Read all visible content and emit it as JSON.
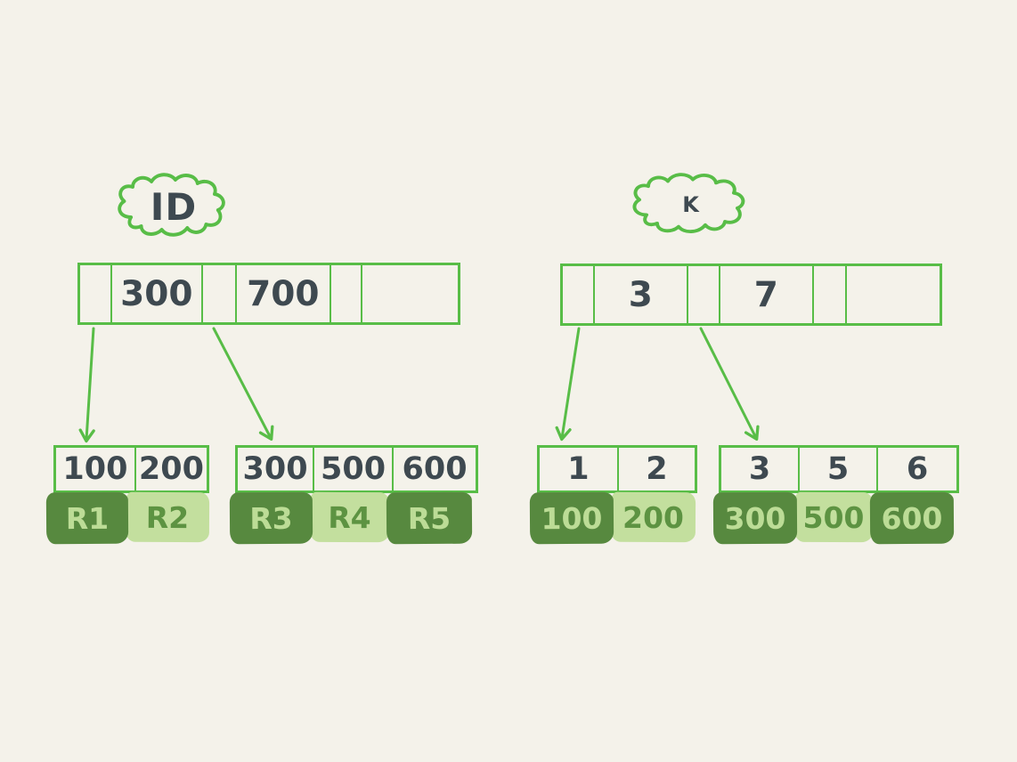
{
  "palette": {
    "background": "#f4f2ea",
    "line_green": "#58bd47",
    "ink": "#3e4950",
    "record_dark": "#57893f",
    "record_light": "#c3df9e",
    "text_on_dark": "#bcdc96",
    "text_on_light": "#5d9342"
  },
  "diagrams": [
    {
      "cloud_label": "ID",
      "root": {
        "cells": [
          {
            "text": ""
          },
          {
            "text": "300"
          },
          {
            "text": ""
          },
          {
            "text": "700"
          },
          {
            "text": ""
          },
          {
            "text": ""
          }
        ]
      },
      "leaves": [
        {
          "keys": [
            "100",
            "200"
          ],
          "records": [
            {
              "label": "R1",
              "tone": "dark"
            },
            {
              "label": "R2",
              "tone": "light"
            }
          ]
        },
        {
          "keys": [
            "300",
            "500",
            "600"
          ],
          "records": [
            {
              "label": "R3",
              "tone": "dark"
            },
            {
              "label": "R4",
              "tone": "light"
            },
            {
              "label": "R5",
              "tone": "dark"
            }
          ]
        }
      ]
    },
    {
      "cloud_label": "K",
      "root": {
        "cells": [
          {
            "text": ""
          },
          {
            "text": "3"
          },
          {
            "text": ""
          },
          {
            "text": "7"
          },
          {
            "text": ""
          },
          {
            "text": ""
          }
        ]
      },
      "leaves": [
        {
          "keys": [
            "1",
            "2"
          ],
          "records": [
            {
              "label": "100",
              "tone": "dark"
            },
            {
              "label": "200",
              "tone": "light"
            }
          ]
        },
        {
          "keys": [
            "3",
            "5",
            "6"
          ],
          "records": [
            {
              "label": "300",
              "tone": "dark"
            },
            {
              "label": "500",
              "tone": "light"
            },
            {
              "label": "600",
              "tone": "dark"
            }
          ]
        }
      ]
    }
  ]
}
